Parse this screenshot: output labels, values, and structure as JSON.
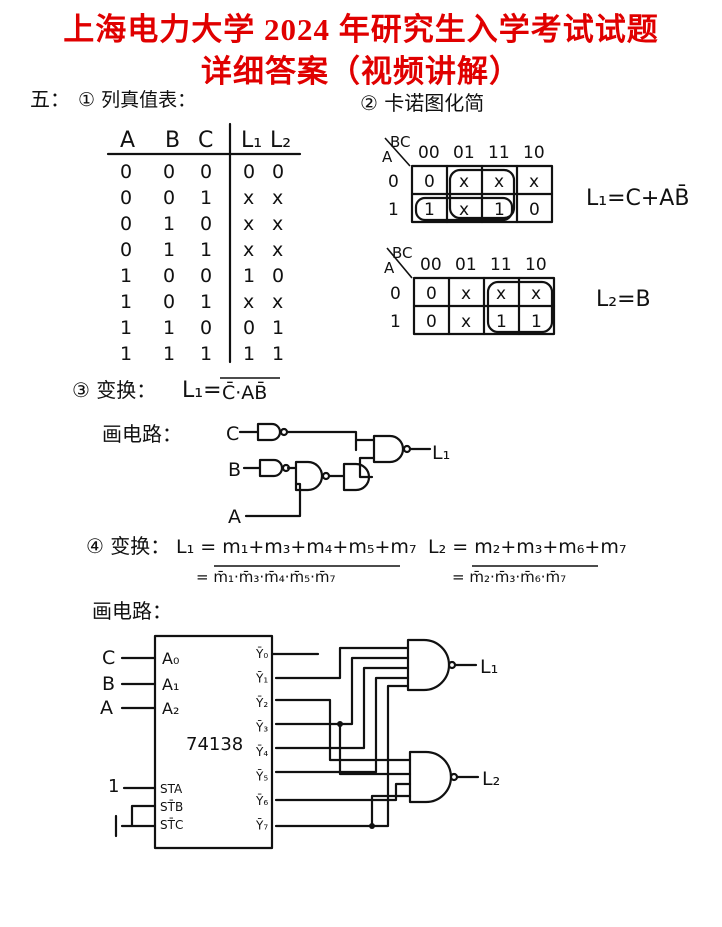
{
  "header": {
    "line1": "上海电力大学 2024 年研究生入学考试试题",
    "line2": "详细答案（视频讲解）"
  },
  "section5": {
    "label": "五：",
    "step1_label": "① 列真值表：",
    "step2_label": "② 卡诺图化简",
    "step3_label": "③ 变换：",
    "step4_label": "④ 变换：",
    "draw_circuit_label": "画电路："
  },
  "truth_table": {
    "headers": [
      "A",
      "B",
      "C",
      "L₁",
      "L₂"
    ],
    "rows": [
      [
        "0",
        "0",
        "0",
        "0",
        "0"
      ],
      [
        "0",
        "0",
        "1",
        "x",
        "x"
      ],
      [
        "0",
        "1",
        "0",
        "x",
        "x"
      ],
      [
        "0",
        "1",
        "1",
        "x",
        "x"
      ],
      [
        "1",
        "0",
        "0",
        "1",
        "0"
      ],
      [
        "1",
        "0",
        "1",
        "x",
        "x"
      ],
      [
        "1",
        "1",
        "0",
        "0",
        "1"
      ],
      [
        "1",
        "1",
        "1",
        "1",
        "1"
      ]
    ]
  },
  "kmap1": {
    "corner_top": "BC",
    "corner_left": "A",
    "cols": [
      "00",
      "01",
      "11",
      "10"
    ],
    "rows": [
      "0",
      "1"
    ],
    "cells": [
      [
        "0",
        "x",
        "x",
        "x"
      ],
      [
        "1",
        "x",
        "1",
        "0"
      ]
    ],
    "result": "L₁=C+AB̄"
  },
  "kmap2": {
    "corner_top": "BC",
    "corner_left": "A",
    "cols": [
      "00",
      "01",
      "11",
      "10"
    ],
    "rows": [
      "0",
      "1"
    ],
    "cells": [
      [
        "0",
        "x",
        "x",
        "x"
      ],
      [
        "0",
        "x",
        "1",
        "1"
      ]
    ],
    "result": "L₂=B"
  },
  "step3": {
    "equation_lhs": "L₁=",
    "equation_rhs": "C̄·AB̄",
    "in_c": "C",
    "in_b": "B",
    "in_a": "A",
    "out": "L₁"
  },
  "step4": {
    "l1_line1": "L₁ = m₁+m₃+m₄+m₅+m₇",
    "l1_line2": "= m̄₁·m̄₃·m̄₄·m̄₅·m̄₇",
    "l2_line1": "L₂ = m₂+m₃+m₆+m₇",
    "l2_line2": "= m̄₂·m̄₃·m̄₆·m̄₇"
  },
  "decoder": {
    "chip_name": "74138",
    "inputs": [
      {
        "signal": "C",
        "pin": "A₀"
      },
      {
        "signal": "B",
        "pin": "A₁"
      },
      {
        "signal": "A",
        "pin": "A₂"
      }
    ],
    "enable_signal": "1",
    "enable_pins": [
      "STA",
      "ST̄B",
      "ST̄C"
    ],
    "outputs": [
      "Ȳ₀",
      "Ȳ₁",
      "Ȳ₂",
      "Ȳ₃",
      "Ȳ₄",
      "Ȳ₅",
      "Ȳ₆",
      "Ȳ₇"
    ],
    "out_l1": "L₁",
    "out_l2": "L₂"
  }
}
